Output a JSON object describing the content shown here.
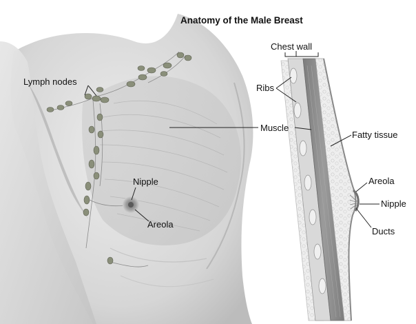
{
  "title": "Anatomy of the Male Breast",
  "labels": {
    "lymph_nodes": "Lymph nodes",
    "nipple_front": "Nipple",
    "areola_front": "Areola",
    "chest_wall": "Chest wall",
    "ribs": "Ribs",
    "muscle": "Muscle",
    "fatty_tissue": "Fatty tissue",
    "areola_side": "Areola",
    "nipple_side": "Nipple",
    "ducts": "Ducts"
  },
  "colors": {
    "skin": "#dcdcdc",
    "skin_shadow": "#b9b9b9",
    "lymph_node": "#8a8f7a",
    "muscle": "#8c8c8c",
    "fat": "#e8e8e8",
    "areola": "#9a9a9a"
  }
}
